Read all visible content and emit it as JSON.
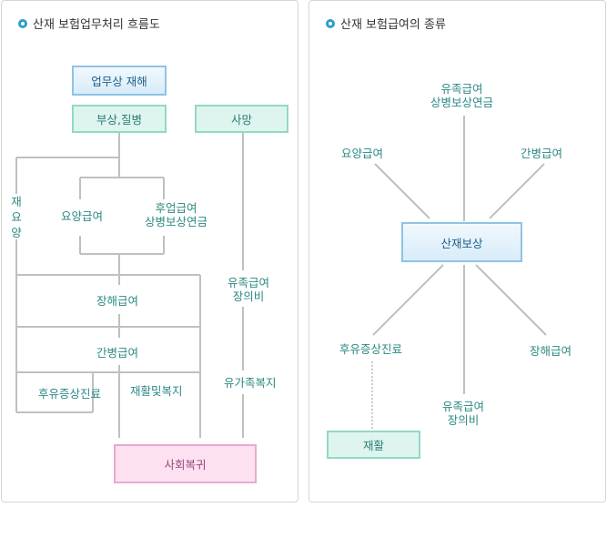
{
  "left_panel": {
    "title": "산재 보험업무처리 흐름도",
    "boxes": {
      "industrial_accident": "업무상 재해",
      "injury_disease": "부상,질병",
      "death": "사망",
      "social_return": "사회복귀"
    },
    "labels": {
      "medical_care_vertical": [
        "재",
        "요",
        "양"
      ],
      "medical_benefit": "요양급여",
      "leave_benefit": [
        "후업급여",
        "상병보상연금"
      ],
      "disability_benefit": "장해급여",
      "nursing_benefit": "간병급여",
      "after_care": "후유증상진료",
      "rehab_welfare": "재활및복지",
      "survivor_benefit": [
        "유족급여",
        "장의비"
      ],
      "survivor_welfare": "유가족복지"
    }
  },
  "right_panel": {
    "title": "산재 보험급여의 종류",
    "center": "산재보상",
    "rehab": "재활",
    "labels": {
      "survivor": [
        "유족급여",
        "상병보상연금"
      ],
      "medical": "요양급여",
      "nursing": "간병급여",
      "after_care": "후유증상진료",
      "disability": "장해급여",
      "funeral": [
        "유족급여",
        "장의비"
      ]
    }
  },
  "colors": {
    "line": "#c0c0c0",
    "teal_text": "#2b8a84",
    "blue_box_border": "#8ec3e6",
    "mint_box_border": "#92d9c7",
    "pink_box_border": "#eaa9cf"
  }
}
